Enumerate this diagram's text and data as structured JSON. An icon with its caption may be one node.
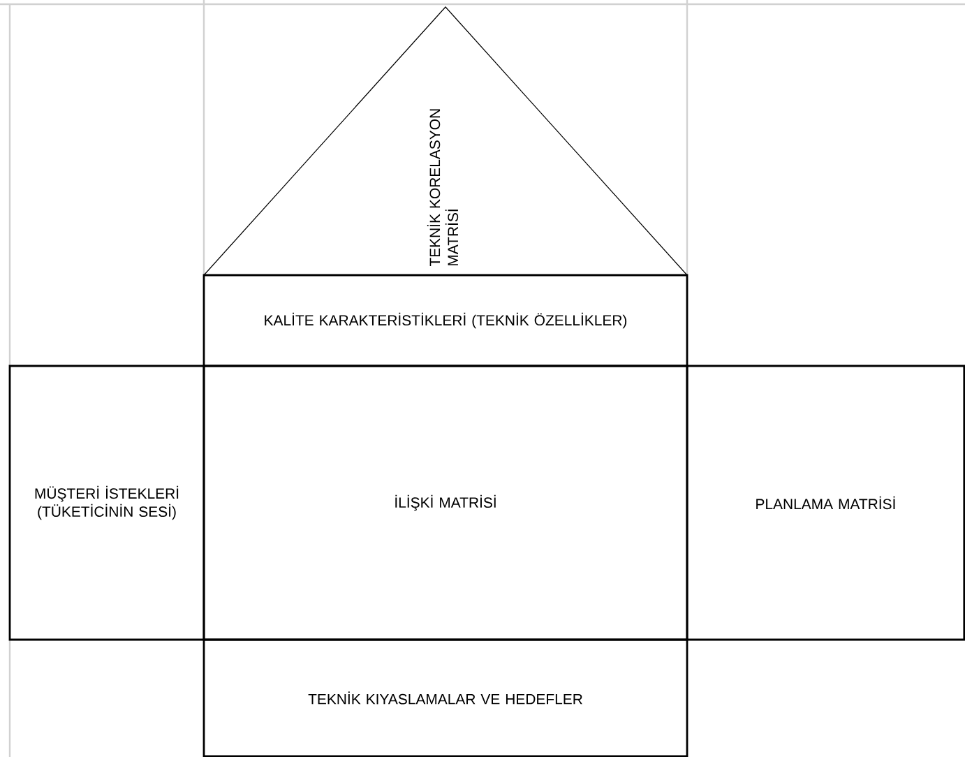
{
  "diagram": {
    "nodes": [
      {
        "text": [
          "TEKNİK KORELASYON MATRİSİ"
        ]
      },
      {
        "text": [
          "KALİTE KARAKTERİSTİKLERİ (TEKNİK ÖZELLİKLER)"
        ]
      },
      {
        "text": [
          "MÜŞTERİ İSTEKLERİ (TÜKETİCİNİN SESİ)"
        ]
      },
      {
        "text": [
          "İLİŞKİ MATRİSİ"
        ]
      },
      {
        "text": [
          "PLANLAMA MATRİSİ"
        ]
      },
      {
        "text": [
          "TEKNİK KIYASLAMALAR VE HEDEFLER"
        ]
      }
    ],
    "edges": []
  }
}
